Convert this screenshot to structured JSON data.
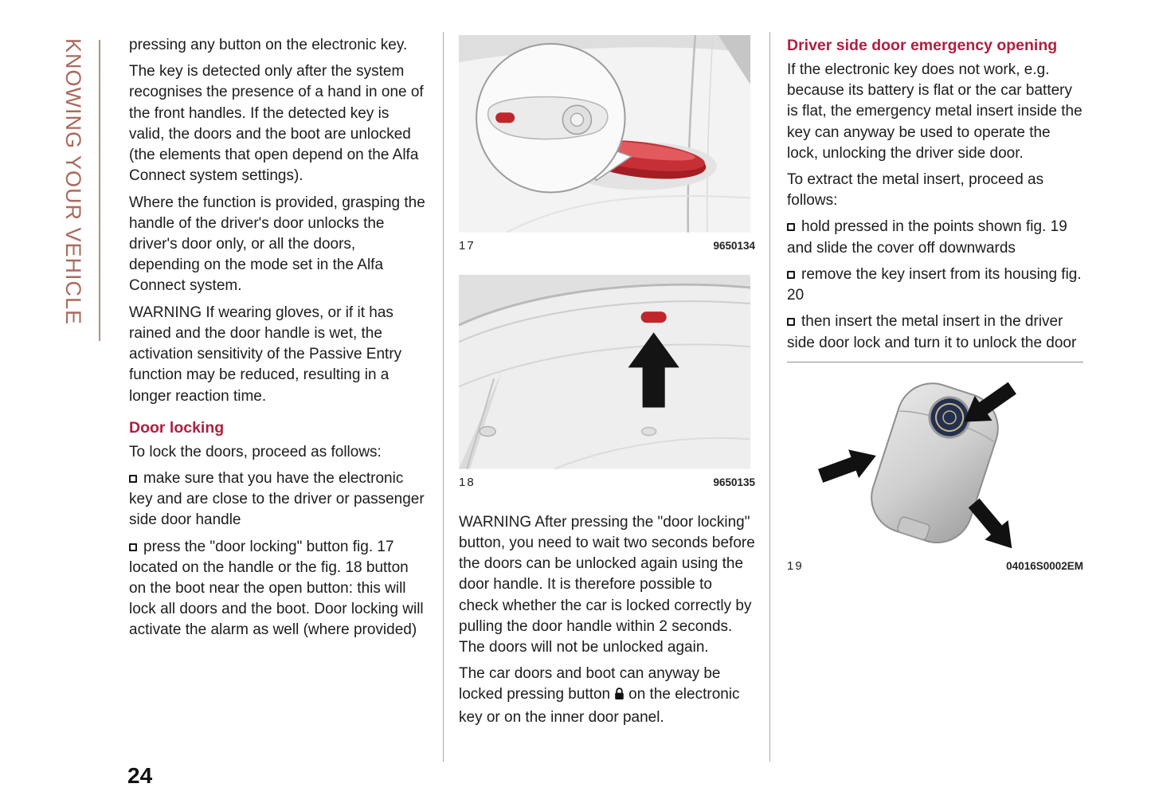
{
  "sidebar": {
    "label": "KNOWING YOUR VEHICLE"
  },
  "page_number": "24",
  "colors": {
    "accent_heading": "#b01e41",
    "sidebar_text": "#aa6a5c",
    "handle_red": "#bf272d"
  },
  "col1": {
    "p1": "pressing any button on the electronic key.",
    "p2": "The key is detected only after the system recognises the presence of a hand in one of the front handles. If the detected key is valid, the doors and the boot are unlocked (the elements that open depend on the Alfa Connect system settings).",
    "p3": "Where the function is provided, grasping the handle of the driver's door unlocks the driver's door only, or all the doors, depending on the mode set in the Alfa Connect system.",
    "p4": "WARNING If wearing gloves, or if it has rained and the door handle is wet, the activation sensitivity of the Passive Entry function may be reduced, resulting in a longer reaction time.",
    "heading": "Door locking",
    "p5": "To lock the doors, proceed as follows:",
    "bullets": [
      "make sure that you have the electronic key and are close to the driver or passenger side door handle",
      "press the \"door locking\" button fig. 17 located on the handle or the fig. 18 button on the boot near the open button: this will lock all doors and the boot. Door locking will activate the alarm as well (where provided)"
    ]
  },
  "col2": {
    "fig17": {
      "label": "17",
      "code": "9650134"
    },
    "fig18": {
      "label": "18",
      "code": "9650135"
    },
    "p1": "WARNING After pressing the \"door locking\" button, you need to wait two seconds before the doors can be unlocked again using the door handle. It is therefore possible to check whether the car is locked correctly by pulling the door handle within 2 seconds. The doors will not be unlocked again.",
    "p2_before_icon": "The car doors and boot can anyway be locked pressing button",
    "p2_after_icon": "on the electronic key or on the inner door panel.",
    "lock_icon_name": "lock"
  },
  "col3": {
    "heading": "Driver side door emergency opening",
    "p1": "If the electronic key does not work, e.g. because its battery is flat or the car battery is flat, the emergency metal insert inside the key can anyway be used to operate the lock, unlocking the driver side door.",
    "p2": "To extract the metal insert, proceed as follows:",
    "bullets": [
      "hold pressed in the points shown fig. 19 and slide the cover off downwards",
      "remove the key insert from its housing fig. 20",
      "then insert the metal insert in the driver side door lock and turn it to unlock the door"
    ],
    "fig19": {
      "label": "19",
      "code": "04016S0002EM"
    }
  }
}
